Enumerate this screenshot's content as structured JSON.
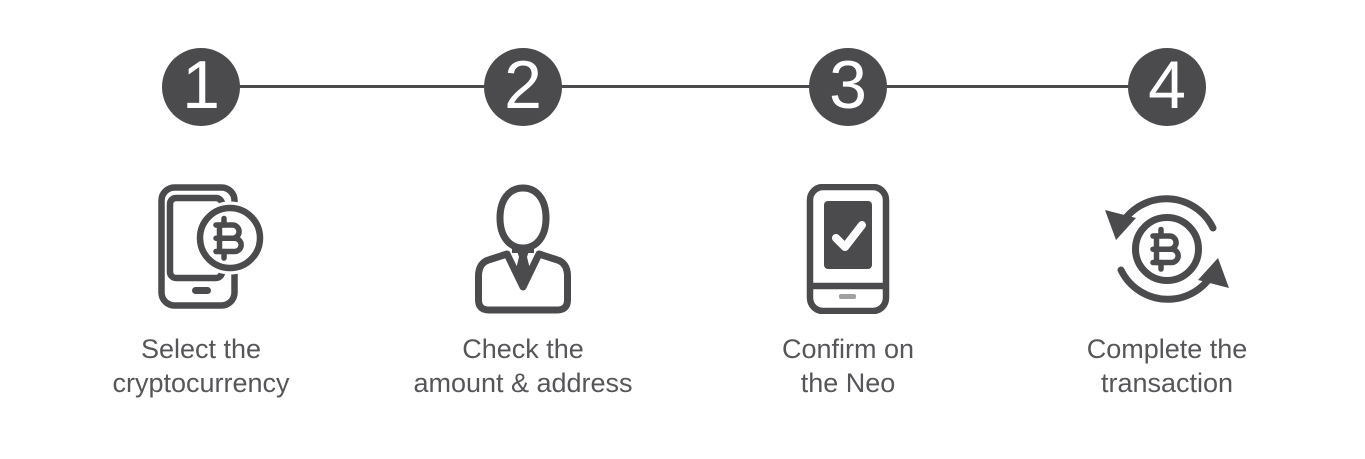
{
  "diagram_title": "cryptocurrency-transaction-steps",
  "colors": {
    "step_circle": "#4b4b4d",
    "connector_line": "#4b4b4d",
    "icon_stroke": "#4b4b4d",
    "label_text": "#565659",
    "step_number_text": "#ffffff",
    "checkmark": "#ffffff",
    "background": "#ffffff"
  },
  "steps": [
    {
      "number": "1",
      "icon": "smartphone-bitcoin-icon",
      "label": [
        "Select the",
        "cryptocurrency"
      ]
    },
    {
      "number": "2",
      "icon": "person-icon",
      "label": [
        "Check the",
        "amount & address"
      ]
    },
    {
      "number": "3",
      "icon": "device-checkmark-icon",
      "label": [
        "Confirm on",
        "the Neo"
      ]
    },
    {
      "number": "4",
      "icon": "bitcoin-cycle-icon",
      "label": [
        "Complete the",
        "transaction"
      ]
    }
  ]
}
